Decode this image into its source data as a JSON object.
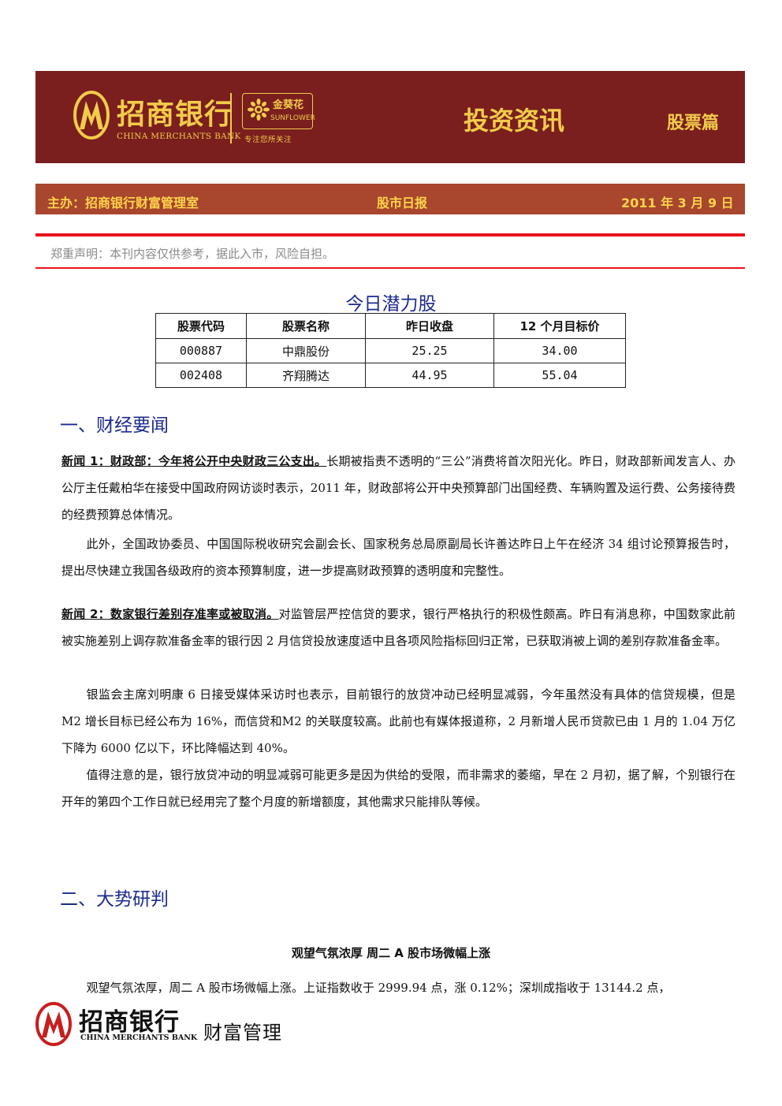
{
  "header": {
    "brand_cn": "招商银行",
    "brand_en": "CHINA MERCHANTS BANK",
    "sub_brand_cn": "金葵花",
    "sub_brand_en": "SUNFLOWER",
    "sub_brand_slogan": "专注您所关注",
    "publication_title": "投资资讯",
    "publication_section": "股票篇",
    "colors": {
      "banner": "#7a1e1e",
      "gold": "#f2cc4a",
      "infobar": "#a8462e",
      "red": "#e8141c"
    }
  },
  "infobar": {
    "host": "主办：招商银行财富管理室",
    "report_type": "股市日报",
    "date": "2011 年 3 月 9 日"
  },
  "disclaimer": "郑重声明：本刊内容仅供参考，据此入市，风险自担。",
  "stock_table": {
    "title": "今日潜力股",
    "headers": [
      "股票代码",
      "股票名称",
      "昨日收盘",
      "12 个月目标价"
    ],
    "rows": [
      [
        "000887",
        "中鼎股份",
        "25.25",
        "34.00"
      ],
      [
        "002408",
        "齐翔腾达",
        "44.95",
        "55.04"
      ]
    ]
  },
  "section1": {
    "heading": "一、财经要闻",
    "news1_lead": "新闻 1：财政部：今年将公开中央财政三公支出。",
    "news1_text": "长期被指责不透明的“三公”消费将首次阳光化。昨日，财政部新闻发言人、办公厅主任戴柏华在接受中国政府网访谈时表示，2011 年，财政部将公开中央预算部门出国经费、车辆购置及运行费、公务接待费的经费预算总体情况。",
    "news1_p2": "此外，全国政协委员、中国国际税收研究会副会长、国家税务总局原副局长许善达昨日上午在经济 34 组讨论预算报告时，提出尽快建立我国各级政府的资本预算制度，进一步提高财政预算的透明度和完整性。",
    "news2_lead": "新闻 2：数家银行差别存准率或被取消。",
    "news2_text": "对监管层严控信贷的要求，银行严格执行的积极性颇高。昨日有消息称，中国数家此前被实施差别上调存款准备金率的银行因 2 月信贷投放速度适中且各项风险指标回归正常，已获取消被上调的差别存款准备金率。",
    "news2_p2": "银监会主席刘明康 6 日接受媒体采访时也表示，目前银行的放贷冲动已经明显减弱，今年虽然没有具体的信贷规模，但是M2 增长目标已经公布为 16%，而信贷和M2 的关联度较高。此前也有媒体报道称，2 月新增人民币贷款已由 1 月的 1.04 万亿下降为 6000 亿以下，环比降幅达到 40%。",
    "news2_p3": "值得注意的是，银行放贷冲动的明显减弱可能更多是因为供给的受限，而非需求的萎缩，早在 2 月初，据了解，个别银行在开年的第四个工作日就已经用完了整个月度的新增额度，其他需求只能排队等候。"
  },
  "section2": {
    "heading": "二、大势研判",
    "article_title": "观望气氛浓厚 周二 A 股市场微幅上涨",
    "p1": "观望气氛浓厚，周二 A 股市场微幅上涨。上证指数收于 2999.94 点，涨 0.12%；深圳成指收于 13144.2 点，"
  },
  "footer": {
    "brand_cn": "招商银行",
    "brand_en": "CHINA MERCHANTS BANK",
    "wealth_mgmt": "财富管理"
  }
}
